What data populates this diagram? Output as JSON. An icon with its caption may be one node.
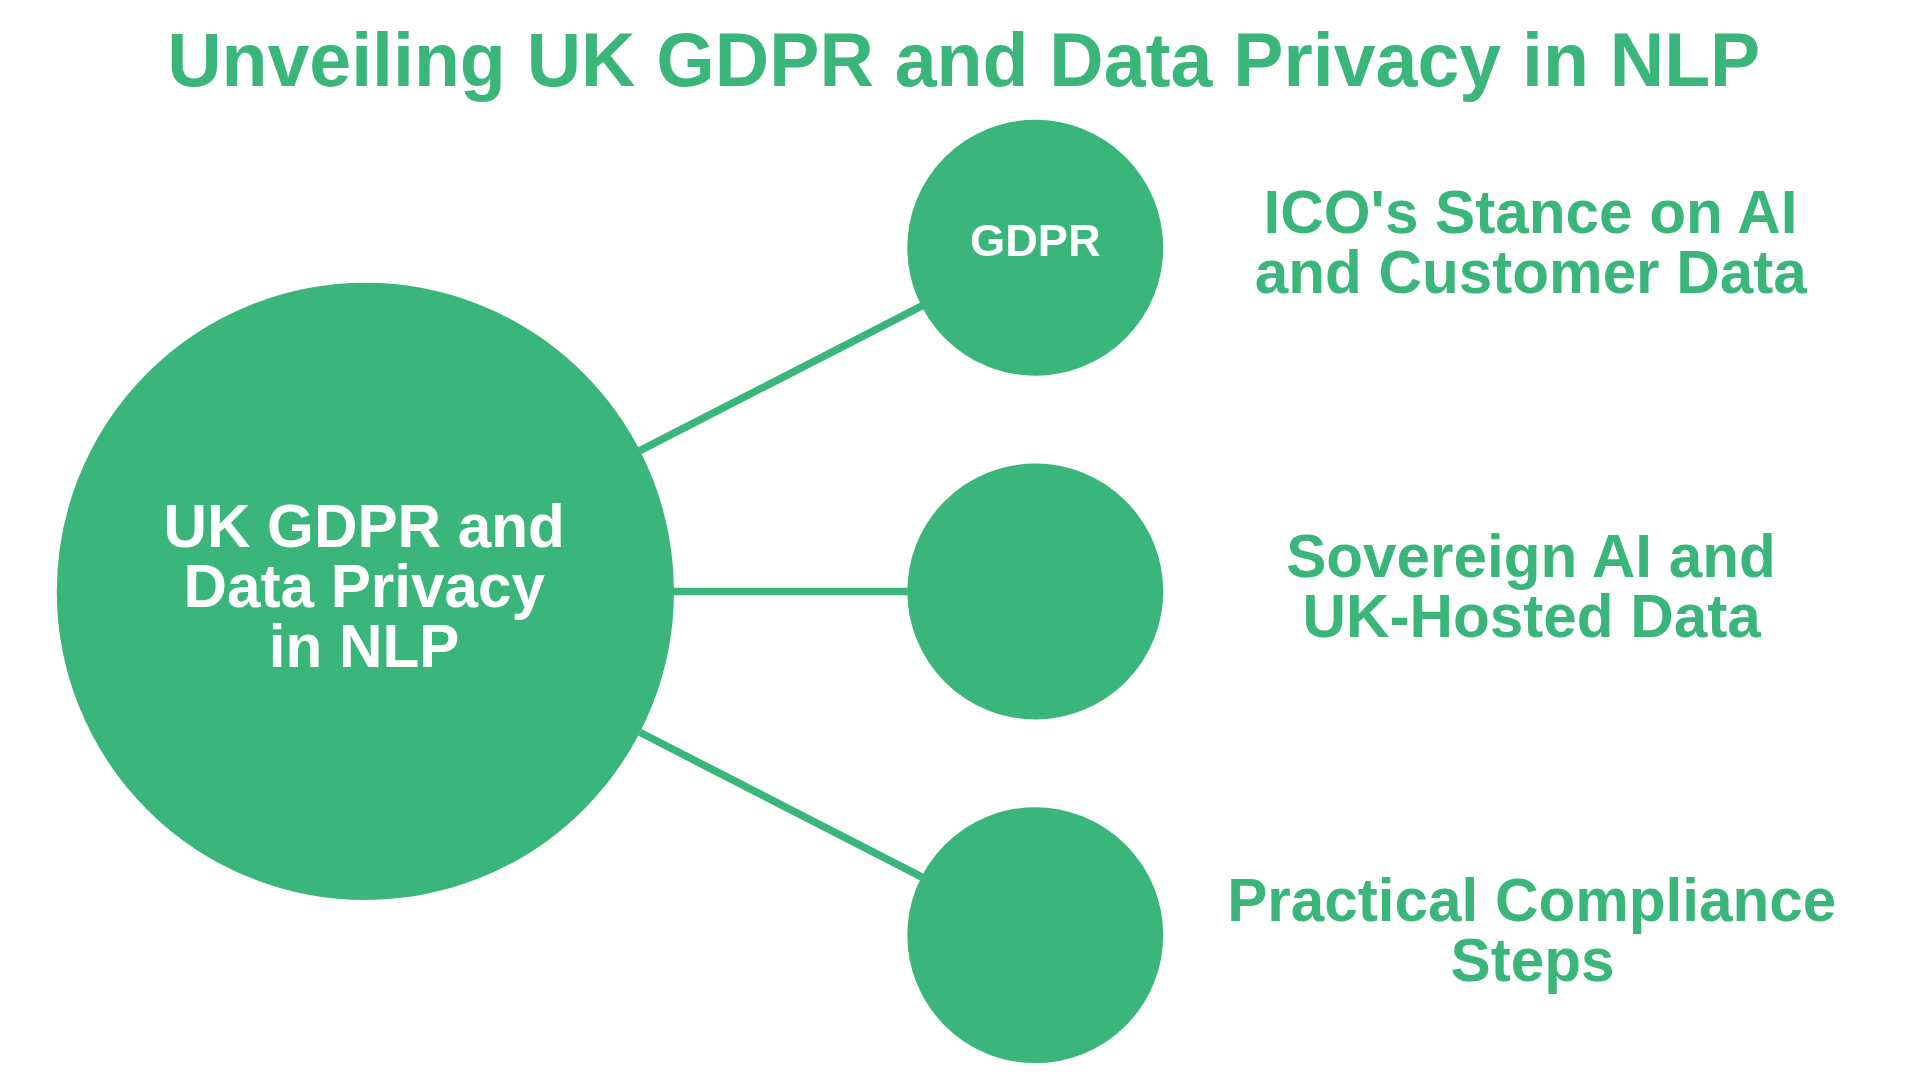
{
  "diagram": {
    "title": "Unveiling UK GDPR and Data Privacy in NLP",
    "nodes": [
      {
        "text": [
          "UK GDPR and Data Privacy in NLP"
        ]
      },
      {
        "text": [
          "GDPR"
        ],
        "beside": [
          "ICO's Stance on AI and Customer Data"
        ]
      },
      {
        "text": [],
        "shape": "circle",
        "beside": [
          "Sovereign AI and UK-Hosted Data"
        ]
      },
      {
        "text": [],
        "shape": "circle",
        "beside": [
          "Practical Compliance Steps"
        ]
      }
    ],
    "edges": [
      {
        "from": 0,
        "to": 1,
        "arrow": "none"
      },
      {
        "from": 0,
        "to": 2,
        "arrow": "none"
      },
      {
        "from": 0,
        "to": 3,
        "arrow": "none"
      }
    ]
  }
}
